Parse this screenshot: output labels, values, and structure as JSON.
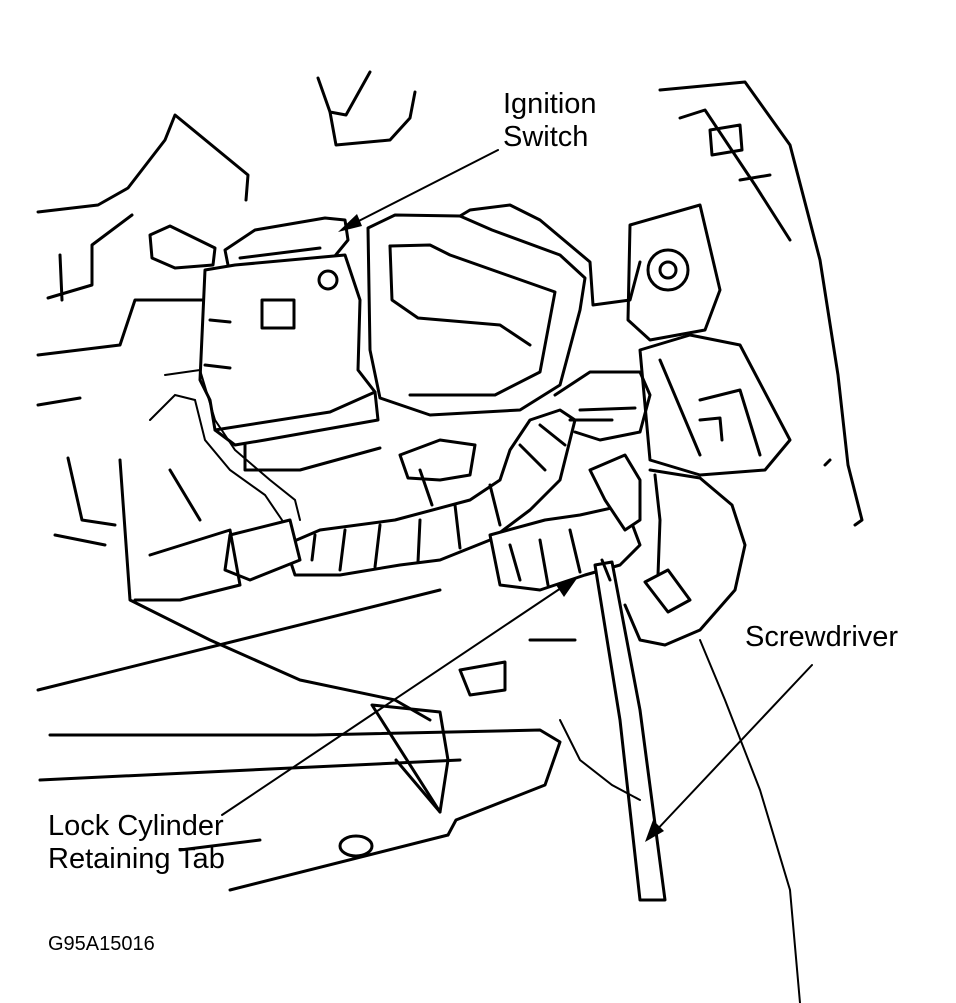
{
  "labels": {
    "ignition_switch": "Ignition\nSwitch",
    "screwdriver": "Screwdriver",
    "lock_cylinder": "Lock Cylinder\nRetaining Tab",
    "figure_code": "G95A15016"
  },
  "colors": {
    "line": "#000000",
    "background": "#ffffff"
  }
}
